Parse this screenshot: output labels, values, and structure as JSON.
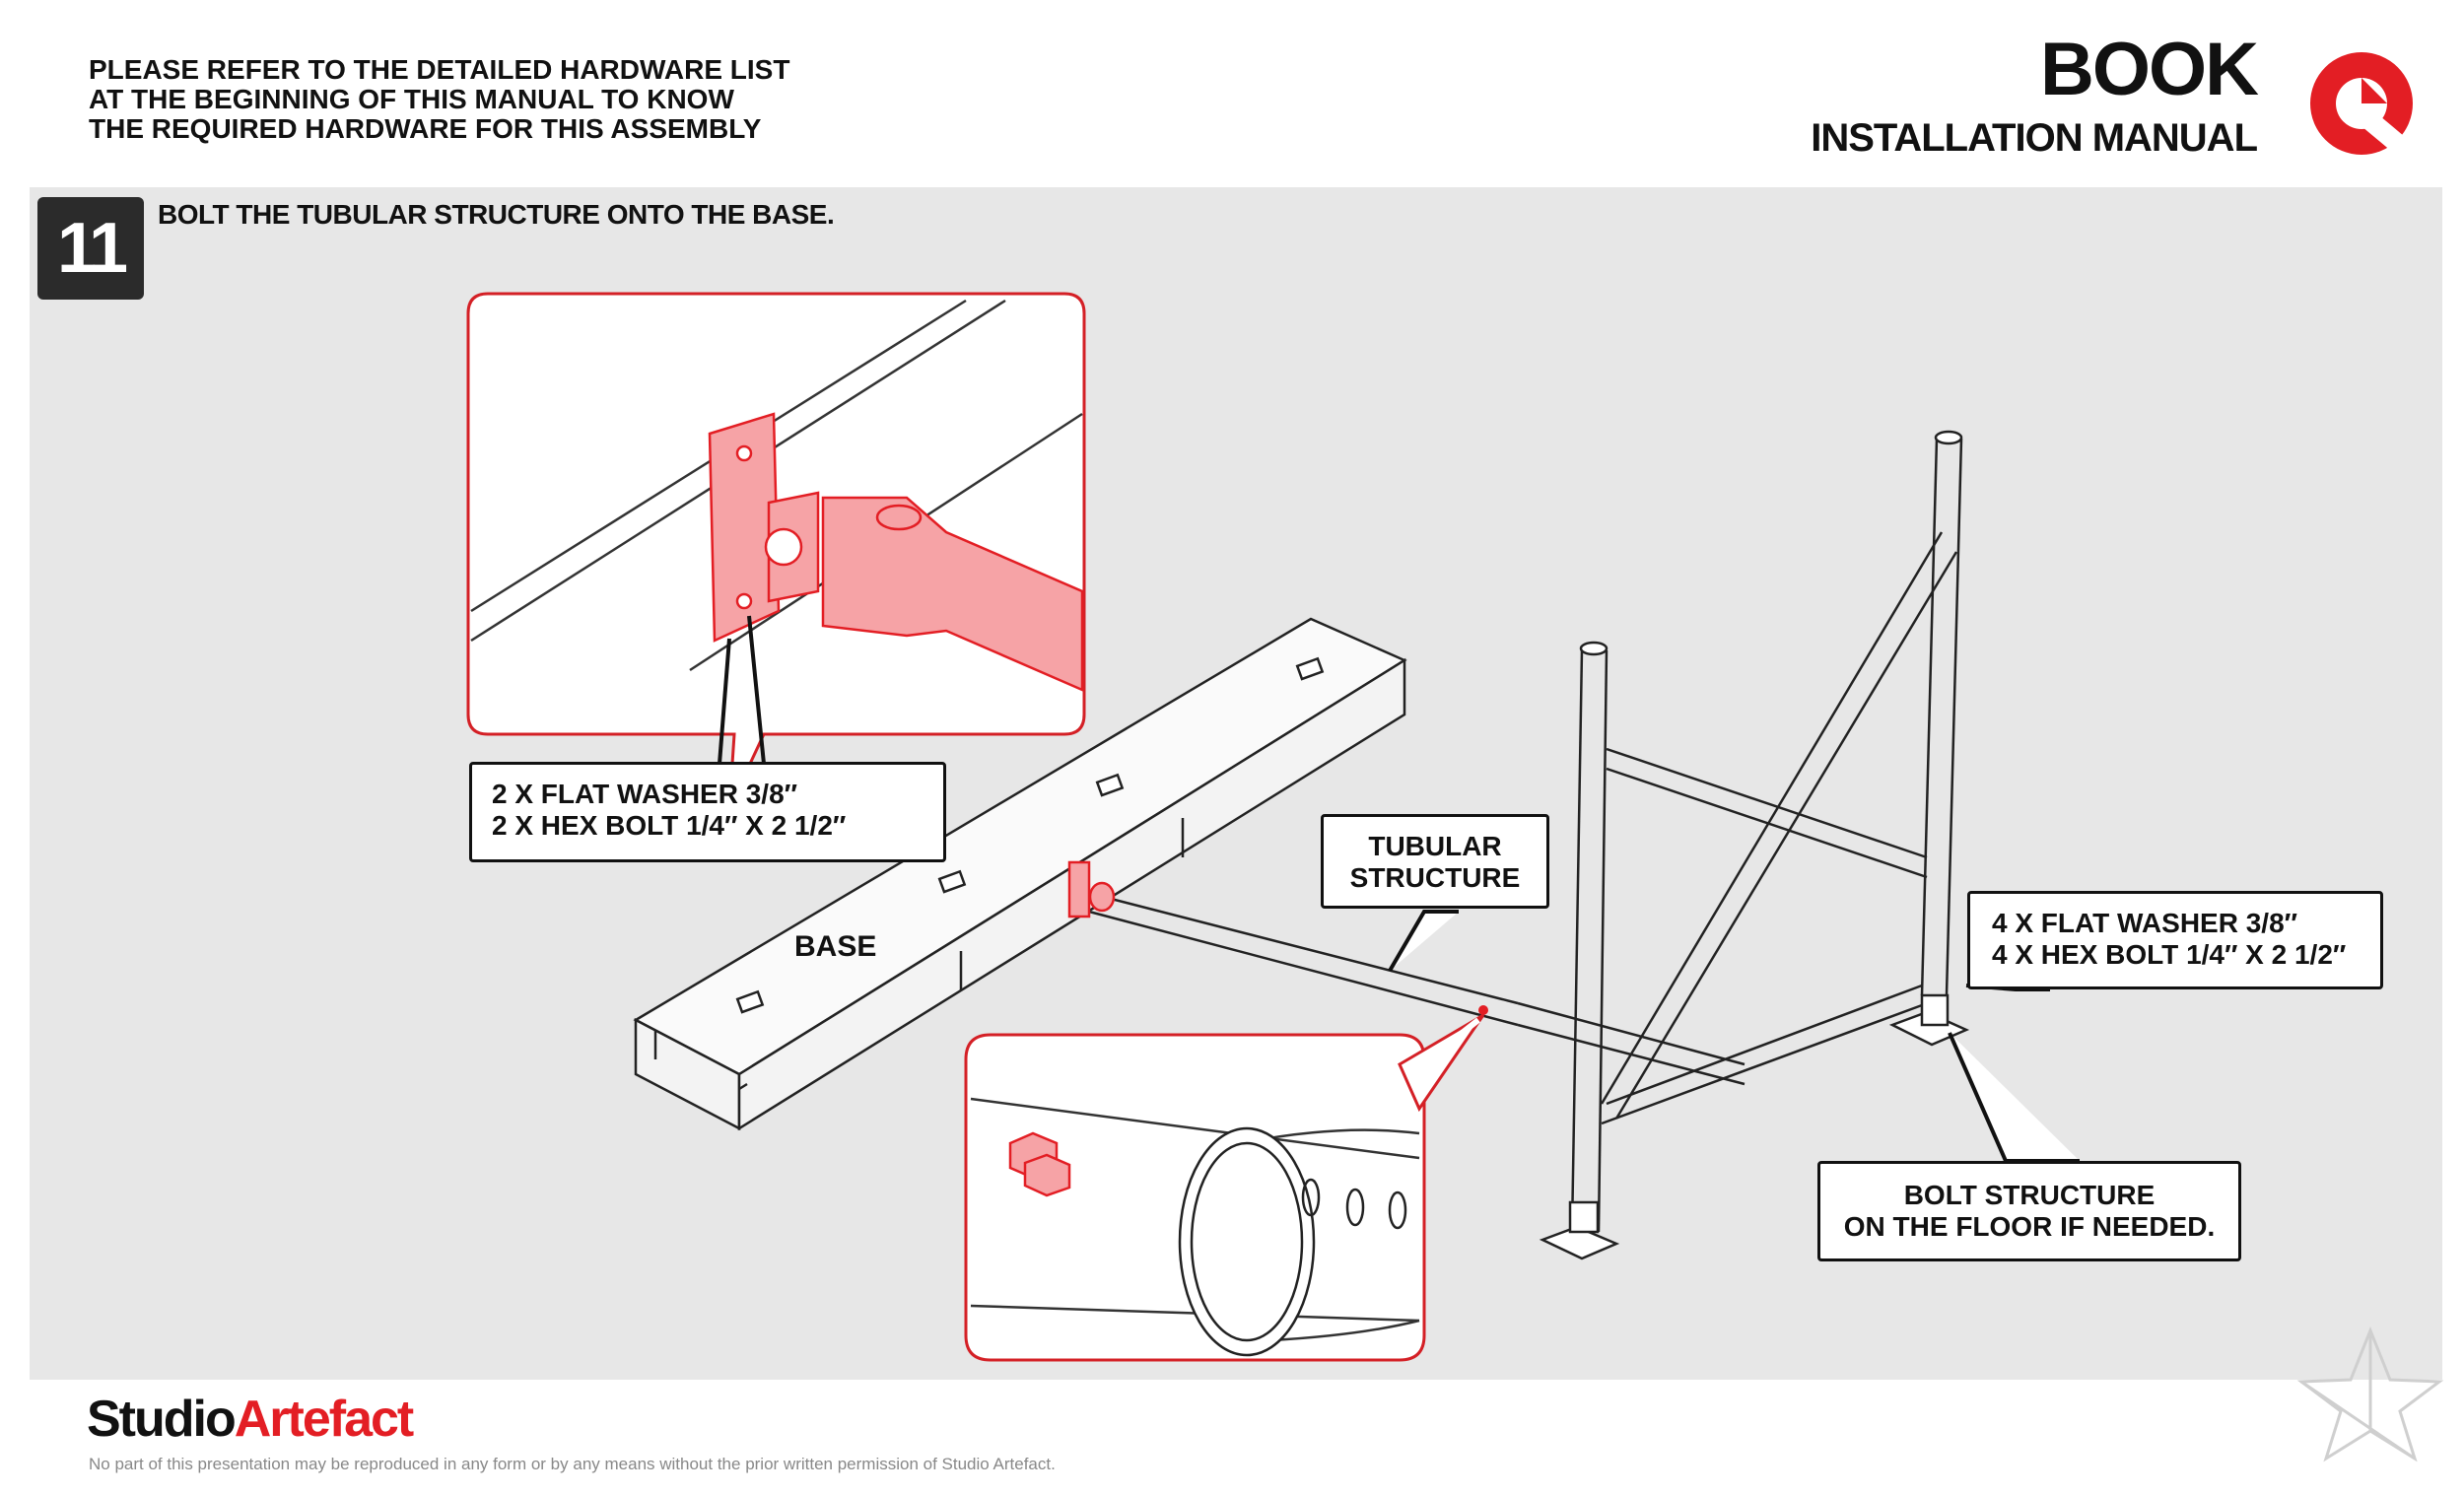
{
  "header": {
    "note_lines": [
      "PLEASE REFER TO THE DETAILED HARDWARE LIST",
      "AT THE BEGINNING OF THIS MANUAL TO KNOW",
      "THE REQUIRED HARDWARE FOR THIS ASSEMBLY"
    ],
    "title": "BOOK",
    "subtitle": "INSTALLATION MANUAL"
  },
  "step": {
    "number": "11",
    "instruction": "BOLT THE TUBULAR STRUCTURE ONTO THE BASE."
  },
  "callouts": {
    "hardware_base": [
      "2 X FLAT WASHER 3/8″",
      "2 X HEX BOLT 1/4″ X 2 1/2″"
    ],
    "tubular": [
      "TUBULAR",
      "STRUCTURE"
    ],
    "hardware_floor": [
      "4 X FLAT WASHER 3/8″",
      "4 X HEX BOLT 1/4″ X 2 1/2″"
    ],
    "floor_note": [
      "BOLT STRUCTURE",
      "ON THE FLOOR IF NEEDED."
    ],
    "base_label": "BASE"
  },
  "footer": {
    "brand_part1": "Studio",
    "brand_part2": "Artefact",
    "copyright": "No part of this presentation may be reproduced in any form or by any means without the prior written permission of Studio Artefact."
  },
  "colors": {
    "accent": "#e31e24",
    "highlight": "#f6a3a6",
    "panel": "#e7e7e7",
    "badge": "#2b2b2b"
  },
  "icons": {
    "logo": "studio-artefact-logo-icon",
    "watermark": "star-watermark-icon"
  }
}
